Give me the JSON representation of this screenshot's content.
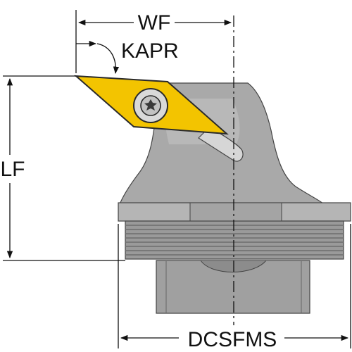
{
  "labels": {
    "wf": "WF",
    "kapr": "KAPR",
    "lf": "LF",
    "dcsfms": "DCSFMS"
  },
  "colors": {
    "body": "#a9a9a9",
    "body_dark": "#8f8f8f",
    "body_light": "#c4c4c4",
    "insert": "#f3c400",
    "insert_edge": "#2a2a2a",
    "lines": "#111111"
  }
}
